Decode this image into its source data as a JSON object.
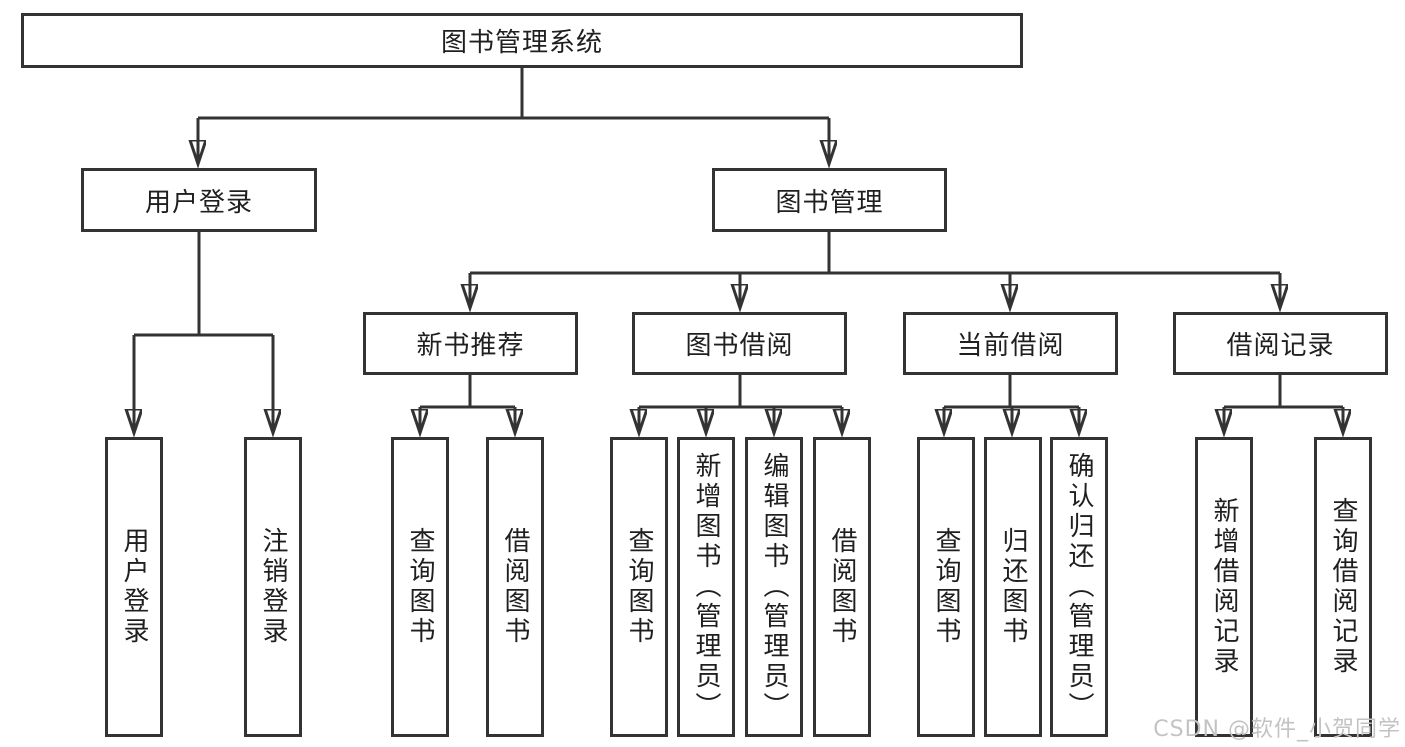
{
  "diagram": {
    "root": "图书管理系统",
    "level2": {
      "user_login": "用户登录",
      "book_management": "图书管理"
    },
    "level3": {
      "new_books": "新书推荐",
      "book_borrow": "图书借阅",
      "current_borrow": "当前借阅",
      "borrow_records": "借阅记录"
    },
    "leaves": {
      "user_login": [
        "用户登录",
        "注销登录"
      ],
      "new_books": [
        "查询图书",
        "借阅图书"
      ],
      "book_borrow": [
        "查询图书",
        "新增图书（管理员）",
        "编辑图书（管理员）",
        "借阅图书"
      ],
      "current_borrow": [
        "查询图书",
        "归还图书",
        "确认归还（管理员）"
      ],
      "borrow_records": [
        "新增借阅记录",
        "查询借阅记录"
      ]
    }
  },
  "watermark": {
    "text": "CSDN @软件_小贺同学",
    "color": "#c3c3c3"
  },
  "colors": {
    "line": "#333333",
    "text": "#1f1f1f",
    "background": "#ffffff"
  }
}
